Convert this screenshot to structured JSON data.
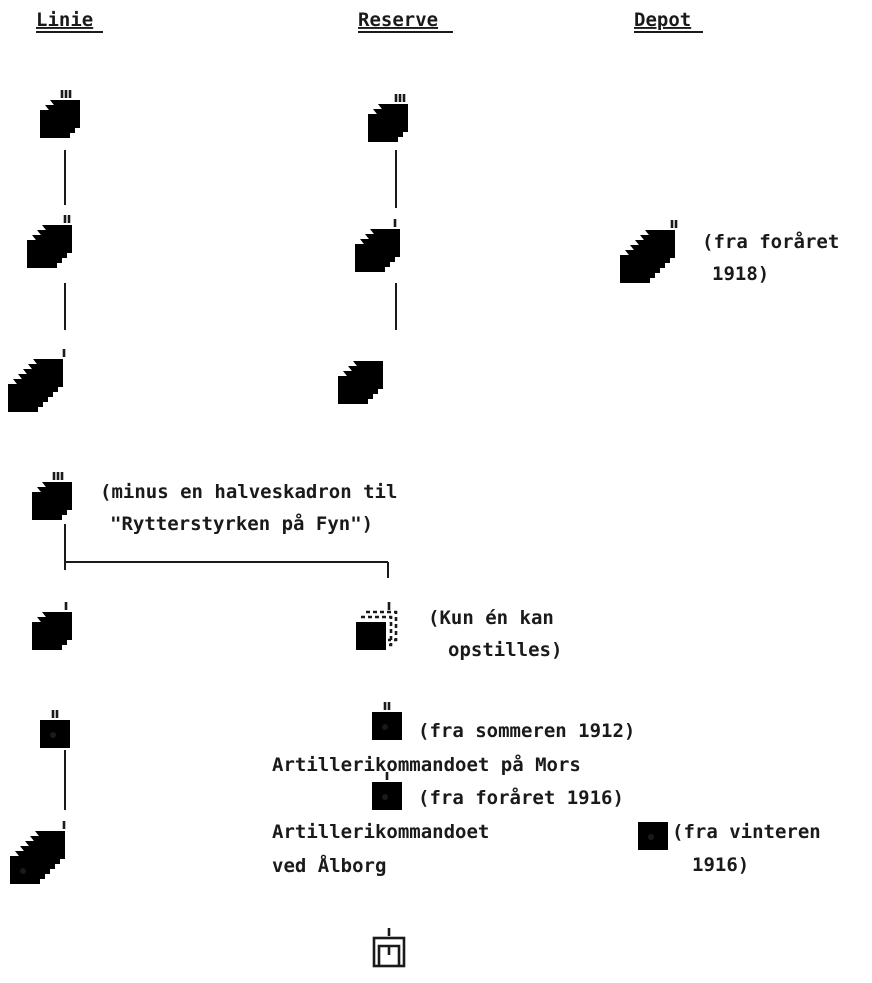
{
  "headers": {
    "linie": "Linie",
    "reserve": "Reserve",
    "depot": "Depot"
  },
  "notes": {
    "depot_infantry_line1": "(fra foråret",
    "depot_infantry_line2": "1918)",
    "cavalry_line1": "(minus en halveskadron til",
    "cavalry_line2": "\"Rytterstyrken på Fyn\")",
    "reserve_cavalry_line1": "(Kun én kan",
    "reserve_cavalry_line2": "opstilles)",
    "artillery_reserve_1": "(fra sommeren 1912)",
    "artillery_mors": "Artillerikommandoet på Mors",
    "artillery_reserve_2": "(fra foråret 1916)",
    "artillery_aalborg_line1": "Artillerikommandoet",
    "artillery_aalborg_line2": "ved Ålborg",
    "artillery_depot_line1": "(fra vinteren",
    "artillery_depot_line2": "1916)"
  },
  "symbol_types": {
    "infantry": "box-with-cross",
    "cavalry": "box-with-diagonal",
    "artillery": "box-with-dot",
    "engineer": "box-with-bridge"
  }
}
